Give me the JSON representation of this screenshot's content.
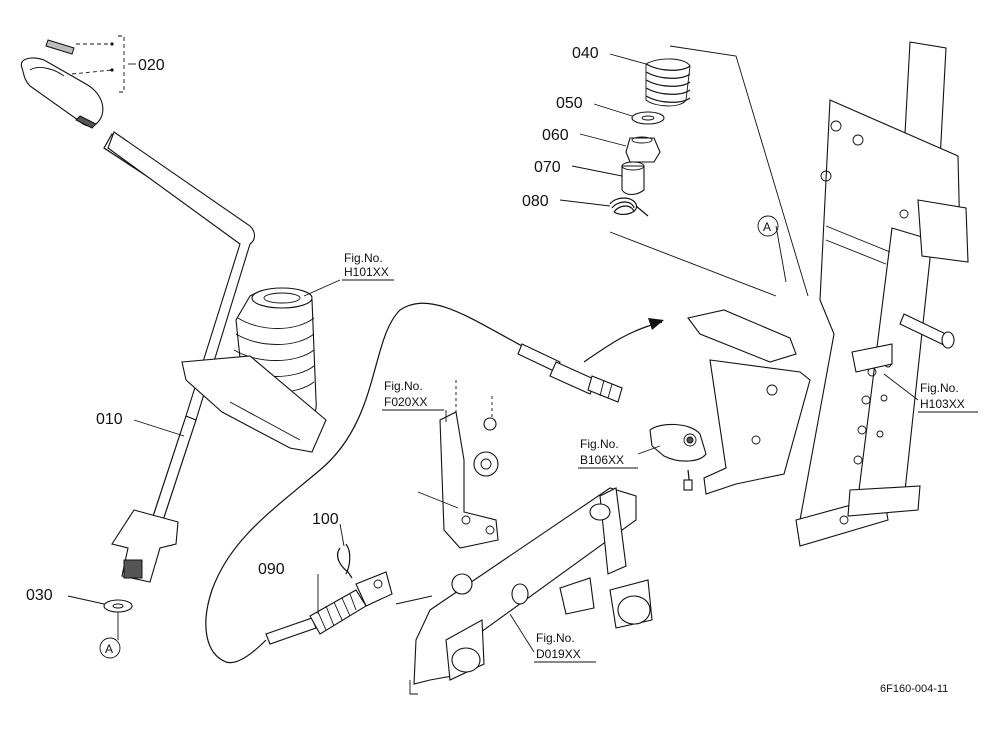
{
  "callouts": {
    "p010": "010",
    "p020": "020",
    "p030": "030",
    "p040": "040",
    "p050": "050",
    "p060": "060",
    "p070": "070",
    "p080": "080",
    "p090": "090",
    "p100": "100",
    "ref_a_left": "A",
    "ref_a_right": "A"
  },
  "figure_refs": {
    "h101": {
      "prefix": "Fig.No.",
      "code": "H101XX"
    },
    "f020": {
      "prefix": "Fig.No.",
      "code": "F020XX"
    },
    "b106": {
      "prefix": "Fig.No.",
      "code": "B106XX"
    },
    "h103": {
      "prefix": "Fig.No.",
      "code": "H103XX"
    },
    "d019": {
      "prefix": "Fig.No.",
      "code": "D019XX"
    }
  },
  "drawing_code": "6F160-004-11"
}
